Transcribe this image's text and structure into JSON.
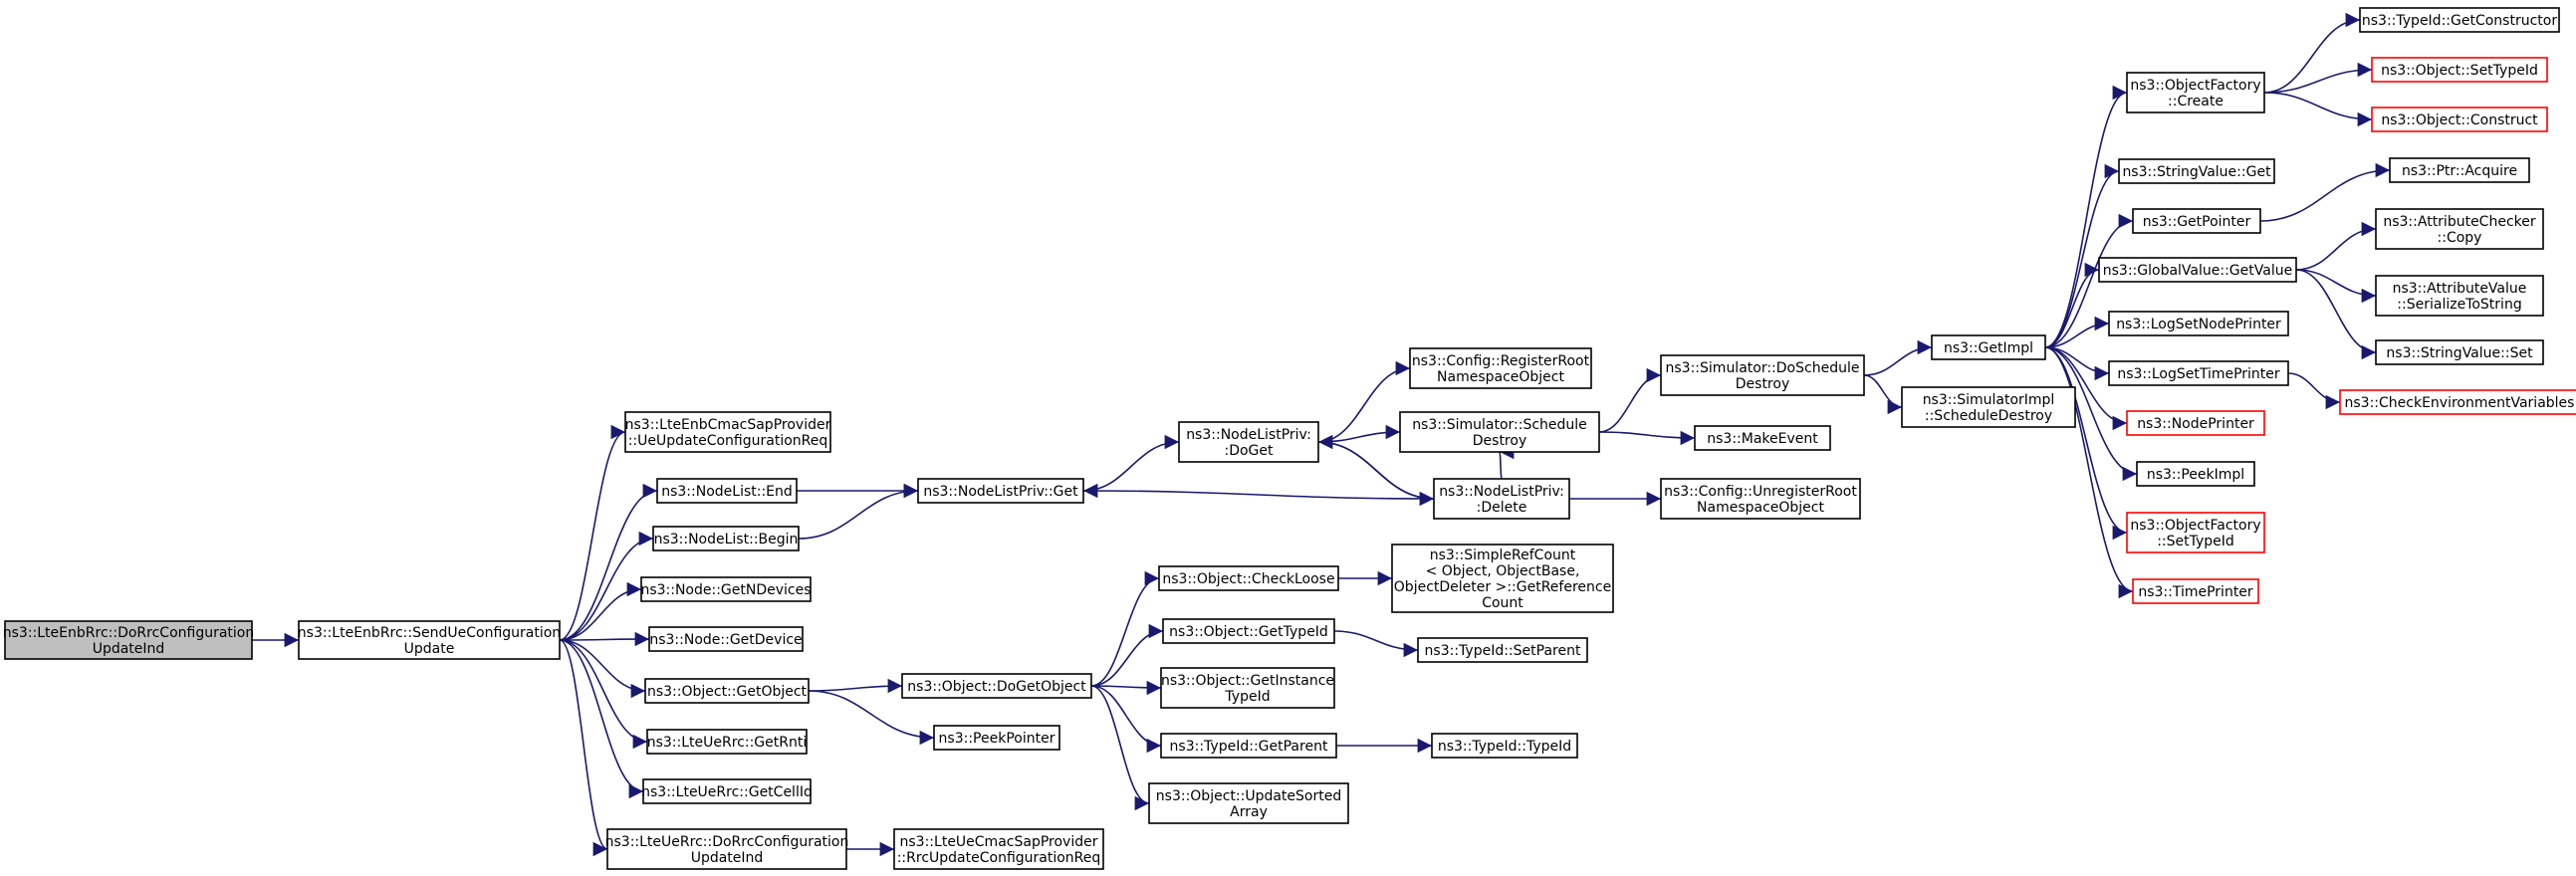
{
  "colors": {
    "edge": "#191970",
    "node_border": "#000000",
    "node_border_undocumented": "#ff0000",
    "root_fill": "#bfbfbf",
    "node_fill": "#ffffff"
  },
  "nodes": {
    "root": {
      "lines": [
        "ns3::LteEnbRrc::DoRrcConfiguration",
        "UpdateInd"
      ],
      "style": "root"
    },
    "send": {
      "lines": [
        "ns3::LteEnbRrc::SendUeConfiguration",
        "Update"
      ],
      "style": "normal"
    },
    "ueupd": {
      "lines": [
        "ns3::LteEnbCmacSapProvider",
        "::UeUpdateConfigurationReq"
      ],
      "style": "normal"
    },
    "nlend": {
      "lines": [
        "ns3::NodeList::End"
      ],
      "style": "normal"
    },
    "nlbegin": {
      "lines": [
        "ns3::NodeList::Begin"
      ],
      "style": "normal"
    },
    "getndev": {
      "lines": [
        "ns3::Node::GetNDevices"
      ],
      "style": "normal"
    },
    "getdev": {
      "lines": [
        "ns3::Node::GetDevice"
      ],
      "style": "normal"
    },
    "getobj": {
      "lines": [
        "ns3::Object::GetObject"
      ],
      "style": "normal"
    },
    "getrnti": {
      "lines": [
        "ns3::LteUeRrc::GetRnti"
      ],
      "style": "normal"
    },
    "getcell": {
      "lines": [
        "ns3::LteUeRrc::GetCellId"
      ],
      "style": "normal"
    },
    "uedorrc": {
      "lines": [
        "ns3::LteUeRrc::DoRrcConfiguration",
        "UpdateInd"
      ],
      "style": "normal"
    },
    "nlpget": {
      "lines": [
        "ns3::NodeListPriv::Get"
      ],
      "style": "normal"
    },
    "dogetobj": {
      "lines": [
        "ns3::Object::DoGetObject"
      ],
      "style": "normal"
    },
    "peekptr": {
      "lines": [
        "ns3::PeekPointer"
      ],
      "style": "normal"
    },
    "ueprov": {
      "lines": [
        "ns3::LteUeCmacSapProvider",
        "::RrcUpdateConfigurationReq"
      ],
      "style": "normal"
    },
    "nlpdoget": {
      "lines": [
        "ns3::NodeListPriv:",
        ":DoGet"
      ],
      "style": "normal"
    },
    "chkloose": {
      "lines": [
        "ns3::Object::CheckLoose"
      ],
      "style": "normal"
    },
    "gettypeid": {
      "lines": [
        "ns3::Object::GetTypeId"
      ],
      "style": "normal"
    },
    "getinst": {
      "lines": [
        "ns3::Object::GetInstance",
        "TypeId"
      ],
      "style": "normal"
    },
    "tidparent": {
      "lines": [
        "ns3::TypeId::GetParent"
      ],
      "style": "normal"
    },
    "updsorted": {
      "lines": [
        "ns3::Object::UpdateSorted",
        "Array"
      ],
      "style": "normal"
    },
    "cfgreg": {
      "lines": [
        "ns3::Config::RegisterRoot",
        "NamespaceObject"
      ],
      "style": "normal"
    },
    "simsched": {
      "lines": [
        "ns3::Simulator::Schedule",
        "Destroy"
      ],
      "style": "normal"
    },
    "nlpdelete": {
      "lines": [
        "ns3::NodeListPriv:",
        ":Delete"
      ],
      "style": "normal"
    },
    "simplerc": {
      "lines": [
        "ns3::SimpleRefCount",
        "< Object, ObjectBase,",
        "ObjectDeleter >::GetReference",
        "Count"
      ],
      "style": "normal"
    },
    "setparent": {
      "lines": [
        "ns3::TypeId::SetParent"
      ],
      "style": "normal"
    },
    "tidtid": {
      "lines": [
        "ns3::TypeId::TypeId"
      ],
      "style": "normal"
    },
    "simdosched": {
      "lines": [
        "ns3::Simulator::DoSchedule",
        "Destroy"
      ],
      "style": "normal"
    },
    "makeevent": {
      "lines": [
        "ns3::MakeEvent"
      ],
      "style": "normal"
    },
    "cfgunreg": {
      "lines": [
        "ns3::Config::UnregisterRoot",
        "NamespaceObject"
      ],
      "style": "normal"
    },
    "getimpl": {
      "lines": [
        "ns3::GetImpl"
      ],
      "style": "normal"
    },
    "simimpl": {
      "lines": [
        "ns3::SimulatorImpl",
        "::ScheduleDestroy"
      ],
      "style": "normal"
    },
    "ofcreate": {
      "lines": [
        "ns3::ObjectFactory",
        "::Create"
      ],
      "style": "normal"
    },
    "strget": {
      "lines": [
        "ns3::StringValue::Get"
      ],
      "style": "normal"
    },
    "getptr": {
      "lines": [
        "ns3::GetPointer"
      ],
      "style": "normal"
    },
    "gvgetval": {
      "lines": [
        "ns3::GlobalValue::GetValue"
      ],
      "style": "normal"
    },
    "lognode": {
      "lines": [
        "ns3::LogSetNodePrinter"
      ],
      "style": "normal"
    },
    "logtime": {
      "lines": [
        "ns3::LogSetTimePrinter"
      ],
      "style": "normal"
    },
    "nodeprinter": {
      "lines": [
        "ns3::NodePrinter"
      ],
      "style": "undoc"
    },
    "peekimpl": {
      "lines": [
        "ns3::PeekImpl"
      ],
      "style": "normal"
    },
    "ofsettid": {
      "lines": [
        "ns3::ObjectFactory",
        "::SetTypeId"
      ],
      "style": "undoc"
    },
    "timeprinter": {
      "lines": [
        "ns3::TimePrinter"
      ],
      "style": "undoc"
    },
    "getctor": {
      "lines": [
        "ns3::TypeId::GetConstructor"
      ],
      "style": "normal"
    },
    "objsettid": {
      "lines": [
        "ns3::Object::SetTypeId"
      ],
      "style": "undoc"
    },
    "objconstruct": {
      "lines": [
        "ns3::Object::Construct"
      ],
      "style": "undoc"
    },
    "ptracq": {
      "lines": [
        "ns3::Ptr::Acquire"
      ],
      "style": "normal"
    },
    "attrchk": {
      "lines": [
        "ns3::AttributeChecker",
        "::Copy"
      ],
      "style": "normal"
    },
    "attrval": {
      "lines": [
        "ns3::AttributeValue",
        "::SerializeToString"
      ],
      "style": "normal"
    },
    "strset": {
      "lines": [
        "ns3::StringValue::Set"
      ],
      "style": "normal"
    },
    "checkenv": {
      "lines": [
        "ns3::CheckEnvironmentVariables"
      ],
      "style": "undoc"
    }
  },
  "edges": [
    [
      "root",
      "send"
    ],
    [
      "send",
      "ueupd"
    ],
    [
      "send",
      "nlend"
    ],
    [
      "send",
      "nlbegin"
    ],
    [
      "send",
      "getndev"
    ],
    [
      "send",
      "getdev"
    ],
    [
      "send",
      "getobj"
    ],
    [
      "send",
      "getrnti"
    ],
    [
      "send",
      "getcell"
    ],
    [
      "send",
      "uedorrc"
    ],
    [
      "nlend",
      "nlpget"
    ],
    [
      "nlbegin",
      "nlpget"
    ],
    [
      "getobj",
      "dogetobj"
    ],
    [
      "getobj",
      "peekptr"
    ],
    [
      "uedorrc",
      "ueprov"
    ],
    [
      "nlpget",
      "nlpdoget"
    ],
    [
      "dogetobj",
      "chkloose"
    ],
    [
      "dogetobj",
      "gettypeid"
    ],
    [
      "dogetobj",
      "getinst"
    ],
    [
      "dogetobj",
      "tidparent"
    ],
    [
      "dogetobj",
      "updsorted"
    ],
    [
      "nlpdoget",
      "cfgreg"
    ],
    [
      "nlpdoget",
      "simsched"
    ],
    [
      "nlpdoget",
      "nlpdelete"
    ],
    [
      "nlpdelete",
      "nlpdoget"
    ],
    [
      "nlpdelete",
      "nlpget"
    ],
    [
      "nlpdelete",
      "cfgunreg"
    ],
    [
      "nlpdelete",
      "simsched"
    ],
    [
      "chkloose",
      "simplerc"
    ],
    [
      "gettypeid",
      "setparent"
    ],
    [
      "tidparent",
      "tidtid"
    ],
    [
      "simsched",
      "simdosched"
    ],
    [
      "simsched",
      "makeevent"
    ],
    [
      "simdosched",
      "getimpl"
    ],
    [
      "simdosched",
      "simimpl"
    ],
    [
      "getimpl",
      "ofcreate"
    ],
    [
      "getimpl",
      "strget"
    ],
    [
      "getimpl",
      "getptr"
    ],
    [
      "getimpl",
      "gvgetval"
    ],
    [
      "getimpl",
      "lognode"
    ],
    [
      "getimpl",
      "logtime"
    ],
    [
      "getimpl",
      "nodeprinter"
    ],
    [
      "getimpl",
      "peekimpl"
    ],
    [
      "getimpl",
      "ofsettid"
    ],
    [
      "getimpl",
      "timeprinter"
    ],
    [
      "ofcreate",
      "getctor"
    ],
    [
      "ofcreate",
      "objsettid"
    ],
    [
      "ofcreate",
      "objconstruct"
    ],
    [
      "getptr",
      "ptracq"
    ],
    [
      "gvgetval",
      "attrchk"
    ],
    [
      "gvgetval",
      "attrval"
    ],
    [
      "gvgetval",
      "strset"
    ],
    [
      "logtime",
      "checkenv"
    ]
  ]
}
